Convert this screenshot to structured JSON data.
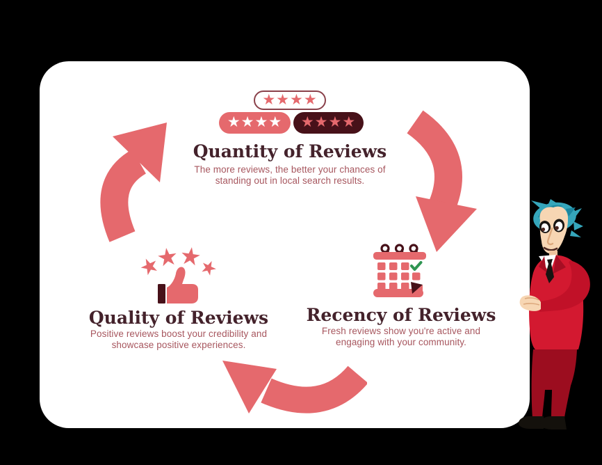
{
  "page": {
    "background_color": "#000000"
  },
  "card": {
    "background_color": "#ffffff"
  },
  "palette": {
    "salmon": "#e5696d",
    "dark_maroon": "#471119",
    "pill_border": "#8a414a",
    "heading_color": "#44222b",
    "description_color": "#a7565e",
    "check_green": "#2f9552"
  },
  "ratings": {
    "outline_pill": {
      "stars": "★★★★"
    },
    "solid_pill": {
      "stars": "★★★★"
    },
    "dark_pill": {
      "stars": "★★★★"
    }
  },
  "sections": {
    "quantity": {
      "title": "Quantity of Reviews",
      "description": [
        "The more reviews, the better your chances of",
        "standing out in local search results."
      ]
    },
    "quality": {
      "title": "Quality of Reviews",
      "description": [
        "Positive reviews boost your credibility and",
        "showcase positive experiences."
      ]
    },
    "recency": {
      "title": "Recency of Reviews",
      "description": [
        "Fresh reviews show you're active and",
        "engaging with your community."
      ]
    }
  },
  "icons": {
    "star_glyph": "★"
  }
}
